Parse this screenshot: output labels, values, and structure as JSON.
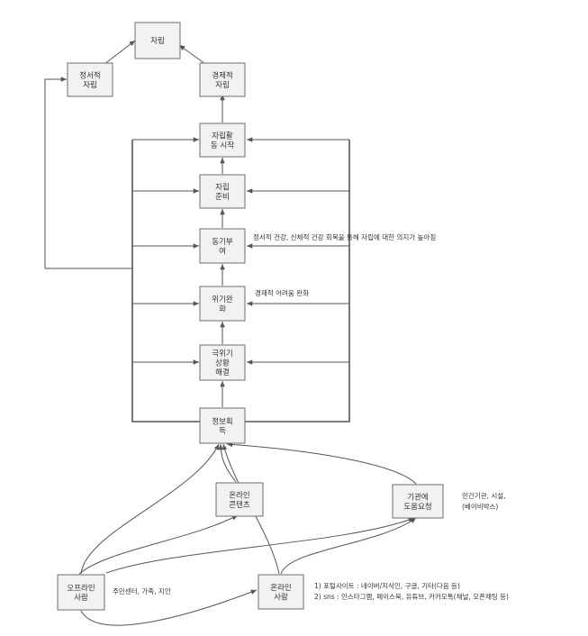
{
  "nodes": {
    "jarip": {
      "lines": [
        "자립"
      ]
    },
    "emotional": {
      "lines": [
        "정서적",
        "자립"
      ]
    },
    "economic": {
      "lines": [
        "경제적",
        "자립"
      ]
    },
    "start": {
      "lines": [
        "자립활",
        "동 시작"
      ]
    },
    "prep": {
      "lines": [
        "자립",
        "준비"
      ]
    },
    "motivation": {
      "lines": [
        "동기부",
        "여"
      ]
    },
    "crisis": {
      "lines": [
        "위기완",
        "화"
      ]
    },
    "extreme": {
      "lines": [
        "극위기",
        "상황",
        "해결"
      ]
    },
    "info": {
      "lines": [
        "정보획",
        "득"
      ]
    },
    "online_content": {
      "lines": [
        "온라인",
        "콘텐츠"
      ]
    },
    "agency": {
      "lines": [
        "기관에",
        "도움요청"
      ]
    },
    "offline": {
      "lines": [
        "오프라인",
        "사람"
      ]
    },
    "online": {
      "lines": [
        "온라인",
        "사람"
      ]
    }
  },
  "notes": {
    "motivation": "정서적 건강, 신체적 건강 회복을 통해 자립에 대한 의지가 높아짐",
    "crisis": "경제적 어려움 완화",
    "agency": [
      "민간기관, 시설,",
      "(베이비박스)"
    ],
    "offline": "주민센터, 가족, 지인",
    "online": [
      "1) 포털사이트 : 네이버/지식인, 구글, 기타(다음 등)",
      "2) sns : 인스타그램, 페이스북, 유튜브, 카카오톡(채널, 오픈채팅 등)"
    ]
  },
  "colors": {
    "box_fill": "#f2f2f2",
    "box_stroke": "#6e6e6e",
    "edge": "#555555",
    "text": "#333333"
  }
}
